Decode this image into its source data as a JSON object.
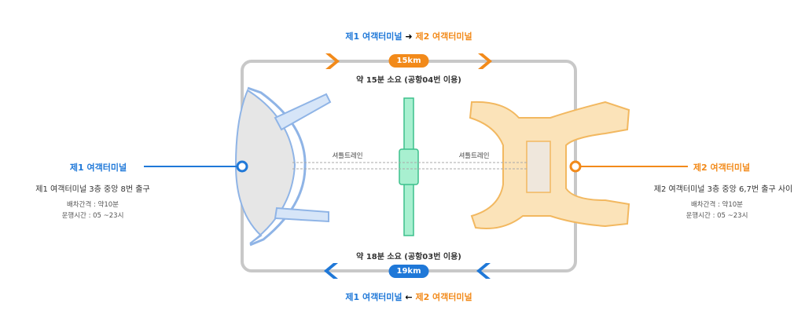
{
  "top_route": {
    "from": "제1 여객터미널",
    "arrow": "➜",
    "to": "제2 여객터미널",
    "distance": "15km",
    "duration": "약 15분 소요 (공항04번 이용)"
  },
  "bottom_route": {
    "from": "제1 여객터미널",
    "arrow": "←",
    "to": "제2 여객터미널",
    "distance": "19km",
    "duration": "약 18분 소요 (공항03번 이용)"
  },
  "shuttle_label": "셔틀트레인",
  "terminal1": {
    "name": "제1 여객터미널",
    "location": "제1 여객터미널 3층 중앙 8번 출구",
    "interval": "배차간격 : 약10분",
    "hours": "운행시간 : 05 ~23시"
  },
  "terminal2": {
    "name": "제2 여객터미널",
    "location": "제2 여객터미널 3층 중앙 6,7번 출구 사이",
    "interval": "배차간격 : 약10분",
    "hours": "운행시간 : 05 ~23시"
  },
  "colors": {
    "blue": "#1f78d8",
    "orange": "#f28a1a",
    "route": "#c8c8c8",
    "shuttle": "#7fe0b8"
  }
}
